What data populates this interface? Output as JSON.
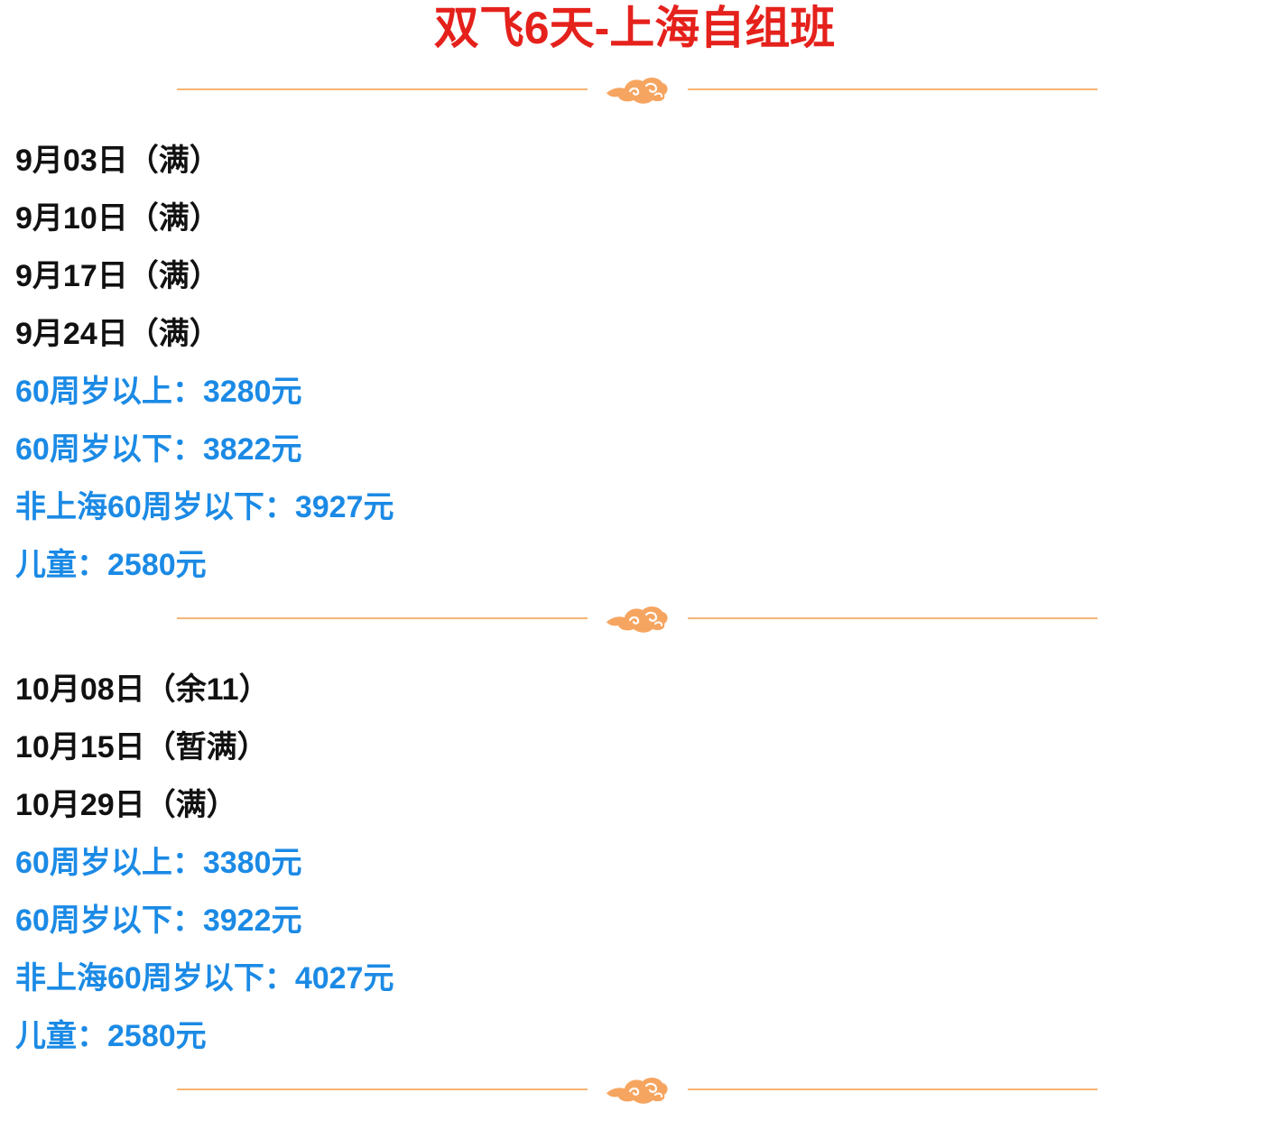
{
  "title": "双飞6天-上海自组班",
  "accent_colors": {
    "title": "#e5211c",
    "price_text": "#1b8ae5",
    "divider": "#f6b573"
  },
  "divider_icon": "cloud-icon",
  "sections": [
    {
      "dates": [
        "9月03日（满）",
        "9月10日（满）",
        "9月17日（满）",
        "9月24日（满）"
      ],
      "prices": [
        "60周岁以上：3280元",
        "60周岁以下：3822元",
        "非上海60周岁以下：3927元",
        "儿童：2580元"
      ]
    },
    {
      "dates": [
        "10月08日（余11）",
        "10月15日（暂满）",
        "10月29日（满）"
      ],
      "prices": [
        "60周岁以上：3380元",
        "60周岁以下：3922元",
        "非上海60周岁以下：4027元",
        "儿童：2580元"
      ]
    }
  ]
}
